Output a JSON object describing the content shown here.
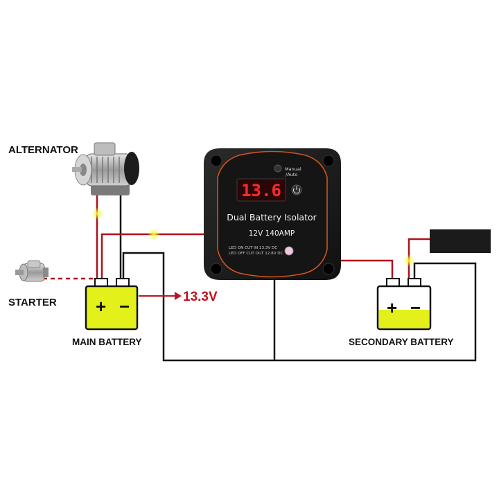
{
  "labels": {
    "alternator": "ALTERNATOR",
    "starter": "STARTER",
    "main_battery": "MAIN BATTERY",
    "secondary_battery": "SECONDARY BATTERY",
    "voltage_reading": "13.3V"
  },
  "device": {
    "display_value": "13.6",
    "mode_label_1": "Manual",
    "mode_label_2": "/Auto",
    "title": "Dual Battery Isolator",
    "spec": "12V  140AMP",
    "led_on": "LED ON CUT IN 13.3V DC",
    "led_off": "LED OFF CUT OUT 12.8V DC"
  },
  "battery_symbols": {
    "plus": "+",
    "minus": "−"
  },
  "colors": {
    "wire_positive": "#b0101a",
    "wire_negative": "#111111",
    "battery_fill": "#e4f01a",
    "device_body": "#1b1b1b",
    "device_trim": "#d2541c",
    "display_digits": "#ff2a2a",
    "junction_glow": "#e8f03a"
  }
}
